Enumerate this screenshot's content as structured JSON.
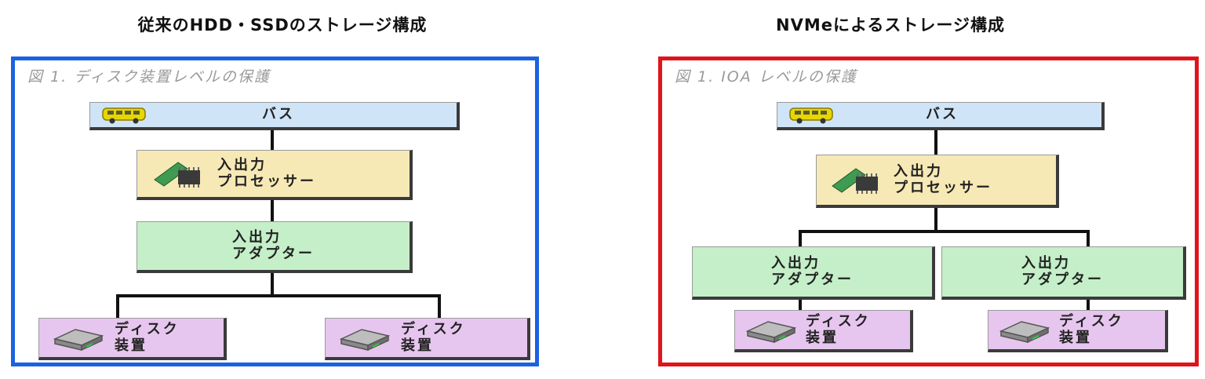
{
  "panels": [
    {
      "title": "従来のHDD・SSDのストレージ構成",
      "border_color": "#1a62e0",
      "caption": "図 1. ディスク装置レベルの保護",
      "bus": "バス",
      "io_processor": "入出力\nプロセッサー",
      "adapters": [
        "入出力\nアダプター"
      ],
      "disks": [
        "ディスク\n装置",
        "ディスク\n装置"
      ]
    },
    {
      "title": "NVMeによるストレージ構成",
      "border_color": "#e0141a",
      "caption": "図 1. IOA レベルの保護",
      "bus": "バス",
      "io_processor": "入出力\nプロセッサー",
      "adapters": [
        "入出力\nアダプター",
        "入出力\nアダプター"
      ],
      "disks": [
        "ディスク\n装置",
        "ディスク\n装置"
      ]
    }
  ],
  "colors": {
    "bus": "#cfe4f7",
    "io_processor": "#f6e9b5",
    "adapter": "#c4efc8",
    "disk": "#e6c6ee"
  }
}
